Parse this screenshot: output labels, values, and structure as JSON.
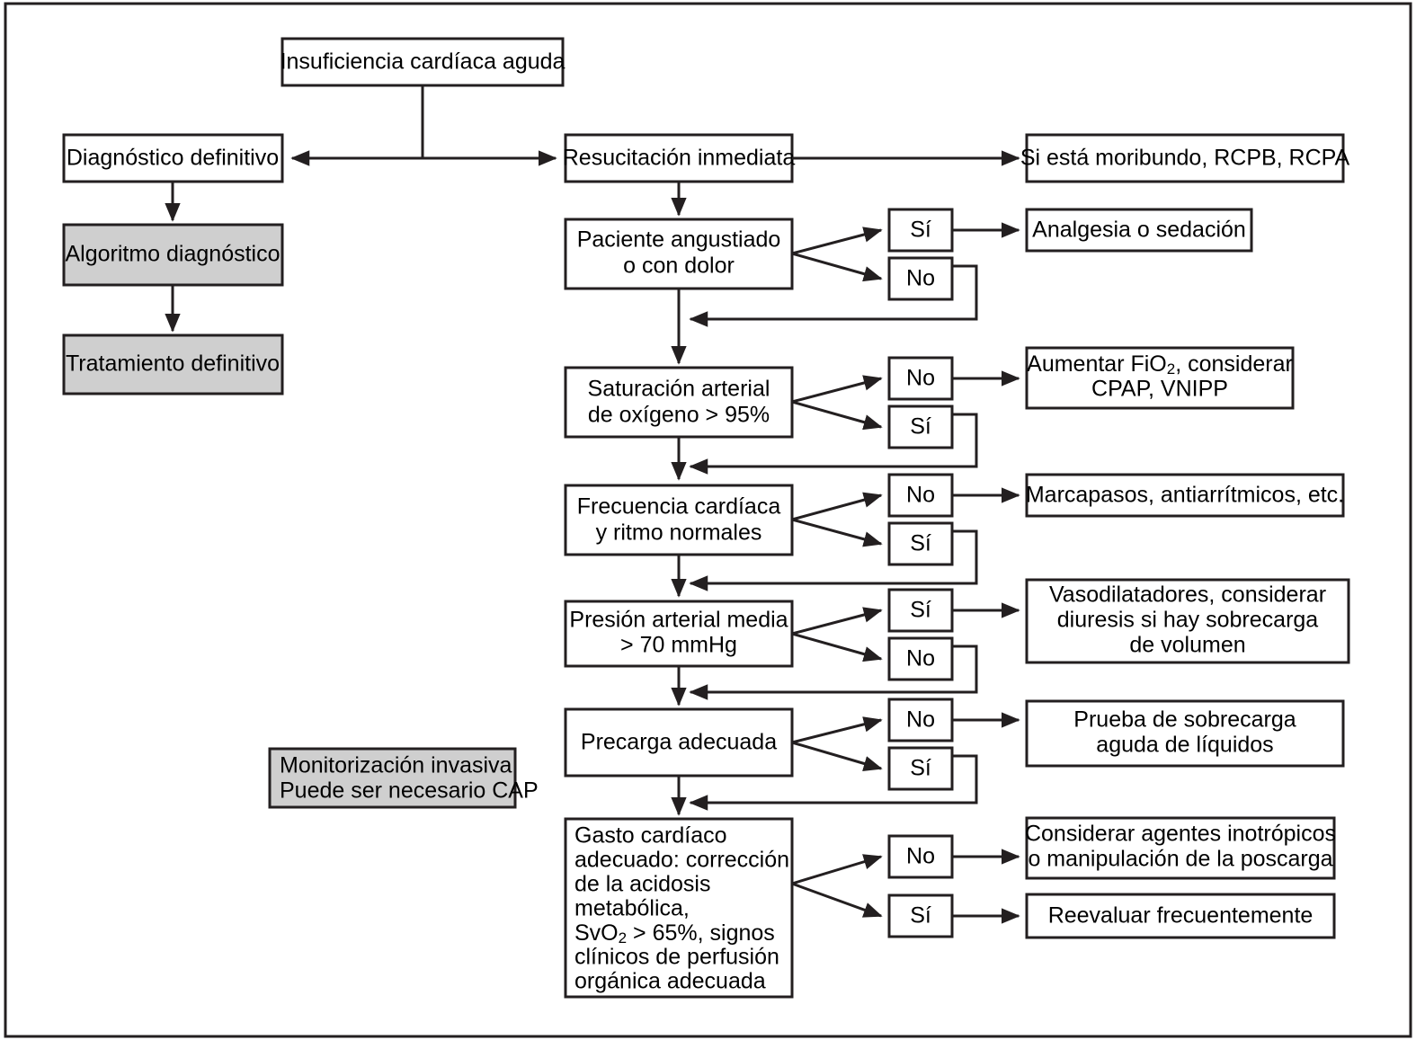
{
  "figure": {
    "title_node": "Insuficiencia cardíaca aguda",
    "border_color": "#231f20",
    "shaded_fill": "#cfcfcf",
    "background": "#ffffff"
  },
  "nodes": {
    "root": {
      "label": "Insuficiencia cardíaca aguda"
    },
    "left_branch": {
      "diagnostic": "Diagnóstico definitivo",
      "algorithm": "Algoritmo diagnóstico",
      "treatment": "Tratamiento definitivo",
      "monitoring_line1": "Monitorización invasiva",
      "monitoring_line2": "Puede ser necesario CAP"
    },
    "right_branch": {
      "resuscitation": "Resucitación inmediata",
      "moribund": "Si está moribundo, RCPB, RCPA"
    }
  },
  "steps": [
    {
      "id": "distress",
      "question_lines": [
        "Paciente angustiado",
        "o con dolor"
      ],
      "branches": [
        {
          "label": "Sí",
          "outcome_lines": [
            "Analgesia o sedación"
          ],
          "loops_back": false
        },
        {
          "label": "No",
          "outcome_lines": [],
          "loops_back": true
        }
      ]
    },
    {
      "id": "saturation",
      "question_lines": [
        "Saturación arterial",
        "de oxígeno > 95%"
      ],
      "branches": [
        {
          "label": "No",
          "outcome_lines": [
            "Aumentar FiO2, considerar",
            "CPAP, VNIPP"
          ],
          "loops_back": false
        },
        {
          "label": "Sí",
          "outcome_lines": [],
          "loops_back": true
        }
      ]
    },
    {
      "id": "heart-rate",
      "question_lines": [
        "Frecuencia cardíaca",
        "y ritmo normales"
      ],
      "branches": [
        {
          "label": "No",
          "outcome_lines": [
            "Marcapasos, antiarrítmicos, etc."
          ],
          "loops_back": false
        },
        {
          "label": "Sí",
          "outcome_lines": [],
          "loops_back": true
        }
      ]
    },
    {
      "id": "map",
      "question_lines": [
        "Presión arterial media",
        "> 70 mmHg"
      ],
      "branches": [
        {
          "label": "Sí",
          "outcome_lines": [
            "Vasodilatadores, considerar",
            "diuresis si hay sobrecarga",
            "de volumen"
          ],
          "loops_back": false
        },
        {
          "label": "No",
          "outcome_lines": [],
          "loops_back": true
        }
      ]
    },
    {
      "id": "preload",
      "question_lines": [
        "Precarga adecuada"
      ],
      "branches": [
        {
          "label": "No",
          "outcome_lines": [
            "Prueba de sobrecarga",
            "aguda de líquidos"
          ],
          "loops_back": false
        },
        {
          "label": "Sí",
          "outcome_lines": [],
          "loops_back": true
        }
      ]
    },
    {
      "id": "cardiac-output",
      "question_lines": [
        "Gasto cardíaco",
        "adecuado: corrección",
        "de la acidosis",
        "metabólica,",
        "SvO2 > 65%, signos",
        "clínicos de perfusión",
        "orgánica adecuada"
      ],
      "branches": [
        {
          "label": "No",
          "outcome_lines": [
            "Considerar agentes inotrópicos",
            "o manipulación de la poscarga"
          ],
          "loops_back": false
        },
        {
          "label": "Sí",
          "outcome_lines": [
            "Reevaluar frecuentemente"
          ],
          "loops_back": false
        }
      ]
    }
  ],
  "labels": {
    "yes": "Sí",
    "no": "No",
    "fio2_base": "Aumentar FiO",
    "fio2_sub": "2",
    "fio2_tail": ", considerar",
    "fio2_line2": "CPAP, VNIPP",
    "svo2_base": "SvO",
    "svo2_sub": "2",
    "svo2_tail": " > 65%, signos"
  }
}
